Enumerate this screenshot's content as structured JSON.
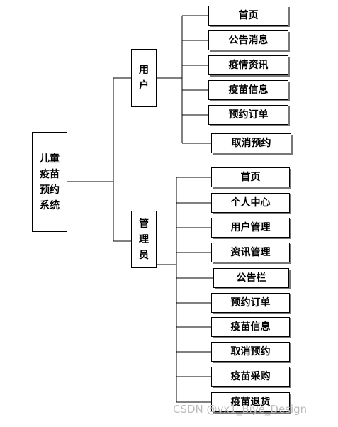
{
  "root": {
    "label": "儿童疫苗预约系统",
    "lines": [
      "儿童",
      "疫苗",
      "预约",
      "系统"
    ]
  },
  "user_branch": {
    "label": "用户",
    "lines": [
      "用",
      "户"
    ],
    "children": [
      "首页",
      "公告消息",
      "疫情资讯",
      "疫苗信息",
      "预约订单",
      "取消预约"
    ]
  },
  "admin_branch": {
    "label": "管理员",
    "lines": [
      "管",
      "理",
      "员"
    ],
    "children": [
      "首页",
      "个人中心",
      "用户管理",
      "资讯管理",
      "公告栏",
      "预约订单",
      "疫苗信息",
      "取消预约",
      "疫苗采购",
      "疫苗退货"
    ]
  },
  "watermark": "CSDN @vx1_Biye_Design"
}
